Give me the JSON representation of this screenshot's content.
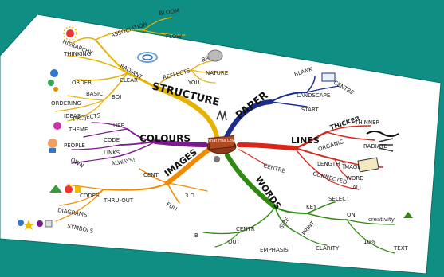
{
  "colors": {
    "background": "#0f8f83",
    "structure": "#e8b100",
    "paper": "#1c2d8f",
    "lines": "#d9261c",
    "words": "#2f8a12",
    "images": "#f18a00",
    "colours": "#7a1a8c"
  },
  "center": {
    "title": "What Has Love"
  },
  "branches": {
    "structure": {
      "title": "STRUCTURE",
      "words": [
        "HIERARCHY",
        "ASSOCIATION",
        "BLOOM",
        "FLOW",
        "THINKING",
        "RADIANT",
        "REFLECTS",
        "BRAIN",
        "NATURE",
        "YOU",
        "CLEAR",
        "ORDER",
        "BASIC",
        "ORDERING",
        "BOI",
        "IDEAS"
      ]
    },
    "paper": {
      "title": "PAPER",
      "words": [
        "BLANK",
        "CENTRE",
        "LANDSCAPE",
        "START"
      ]
    },
    "lines": {
      "title": "LINES",
      "words": [
        "THINNER",
        "THICKER",
        "ORGANIC",
        "RADIATE",
        "LENGTH =",
        "IMAGE",
        "WORD",
        "CONNECTED",
        "ALL",
        "CENTRE"
      ]
    },
    "words": {
      "title": "WORDS",
      "words": [
        "KEY",
        "SELECT",
        "B",
        "CENTR",
        "SIZE",
        "ON",
        "creativity",
        "OUT",
        "PRINT",
        "10%",
        "TEXT",
        "EMPHASIS",
        "CLARITY"
      ]
    },
    "images": {
      "title": "IMAGES",
      "words": [
        "ALWAYS!",
        "CENT",
        "CODES",
        "THRU-OUT",
        "3 D",
        "DIAGRAMS",
        "FUN",
        "SYMBOLS"
      ]
    },
    "colours": {
      "title": "COLOURS",
      "words": [
        "PROJECTS",
        "THEME",
        "USE",
        "PEOPLE",
        "CODE",
        "OWN",
        "LINKS"
      ]
    }
  }
}
